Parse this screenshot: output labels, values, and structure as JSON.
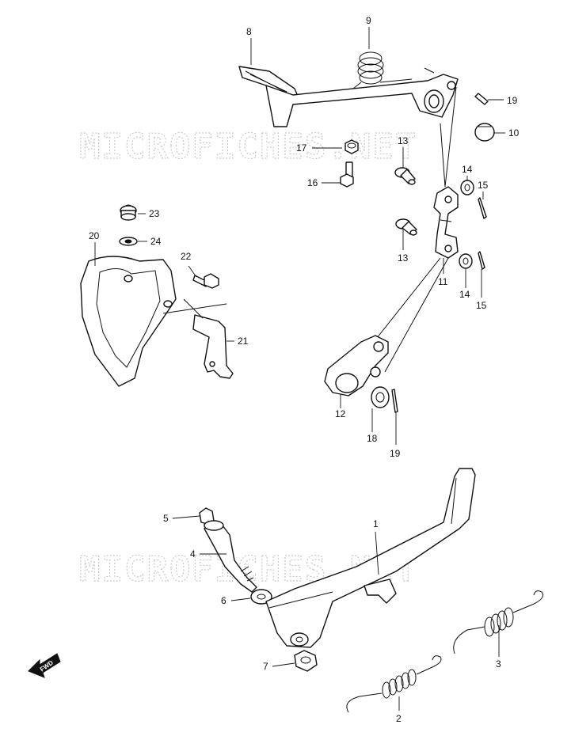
{
  "watermark": "MICROFICHES.NET",
  "fwd_label": "FWD",
  "callouts": {
    "c1": "1",
    "c2": "2",
    "c3": "3",
    "c4": "4",
    "c5": "5",
    "c6": "6",
    "c7": "7",
    "c8": "8",
    "c9": "9",
    "c10": "10",
    "c11": "11",
    "c12": "12",
    "c13a": "13",
    "c13b": "13",
    "c14a": "14",
    "c14b": "14",
    "c15a": "15",
    "c15b": "15",
    "c16": "16",
    "c17": "17",
    "c18": "18",
    "c19a": "19",
    "c19b": "19",
    "c20": "20",
    "c21": "21",
    "c22": "22",
    "c23": "23",
    "c24": "24"
  }
}
